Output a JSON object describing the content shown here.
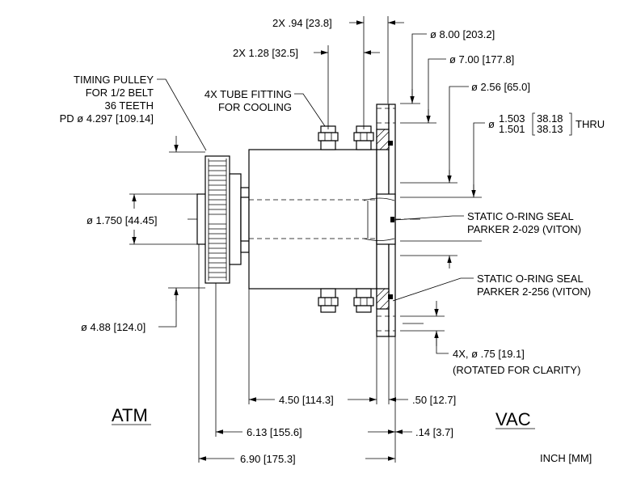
{
  "labels": {
    "dim_2x_094": "2X .94 [23.8]",
    "dim_2x_128": "2X 1.28 [32.5]",
    "dia_8": "ø 8.00 [203.2]",
    "dia_7": "ø 7.00 [177.8]",
    "dia_256": "ø 2.56 [65.0]",
    "bore_prefix": "ø",
    "bore_upper": "1.503",
    "bore_lower": "1.501",
    "bore_upper_mm": "38.18",
    "bore_lower_mm": "38.13",
    "bore_suffix": "THRU",
    "pulley_line1": "TIMING PULLEY",
    "pulley_line2": "FOR 1/2 BELT",
    "pulley_line3": "36 TEETH",
    "pulley_line4": "PD ø 4.297 [109.14]",
    "tube_line1": "4X TUBE FITTING",
    "tube_line2": "FOR COOLING",
    "dia_1750": "ø 1.750 [44.45]",
    "dia_488": "ø 4.88 [124.0]",
    "oring1_line1": "STATIC O-RING SEAL",
    "oring1_line2": "PARKER 2-029 (VITON)",
    "oring2_line1": "STATIC O-RING SEAL",
    "oring2_line2": "PARKER 2-256 (VITON)",
    "holes_line1": "4X, ø .75 [19.1]",
    "holes_line2": "(ROTATED FOR CLARITY)",
    "atm": "ATM",
    "vac": "VAC",
    "dim_450": "4.50 [114.3]",
    "dim_050": ".50 [12.7]",
    "dim_613": "6.13 [155.6]",
    "dim_014": ".14 [3.7]",
    "dim_690": "6.90 [175.3]",
    "units": "INCH [MM]"
  }
}
